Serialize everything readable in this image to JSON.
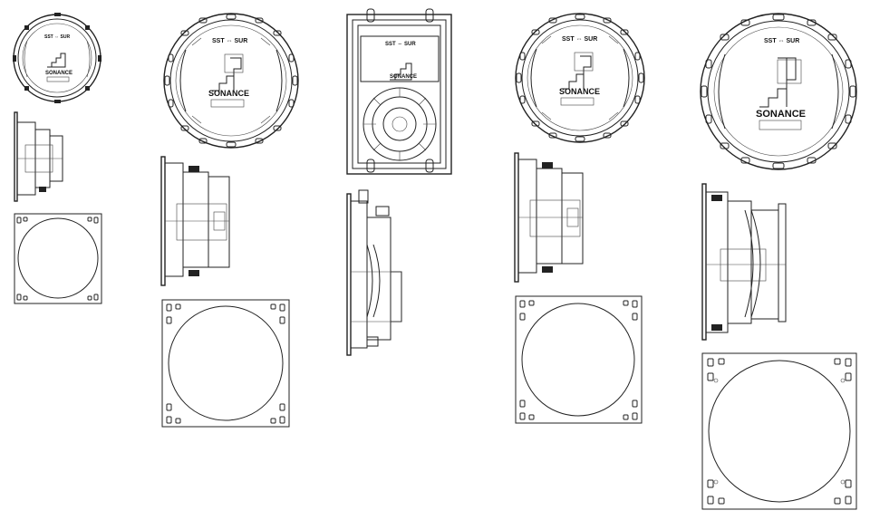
{
  "drawing": {
    "switch_label_left": "SST",
    "switch_label_right": "SUR",
    "brand": "SONANCE"
  },
  "colors": {
    "line": "#222222",
    "background": "#ffffff"
  },
  "models": [
    {
      "id": "model-1",
      "front": "round"
    },
    {
      "id": "model-2",
      "front": "round"
    },
    {
      "id": "model-3",
      "front": "rectangular"
    },
    {
      "id": "model-4",
      "front": "round"
    },
    {
      "id": "model-5",
      "front": "round"
    }
  ]
}
